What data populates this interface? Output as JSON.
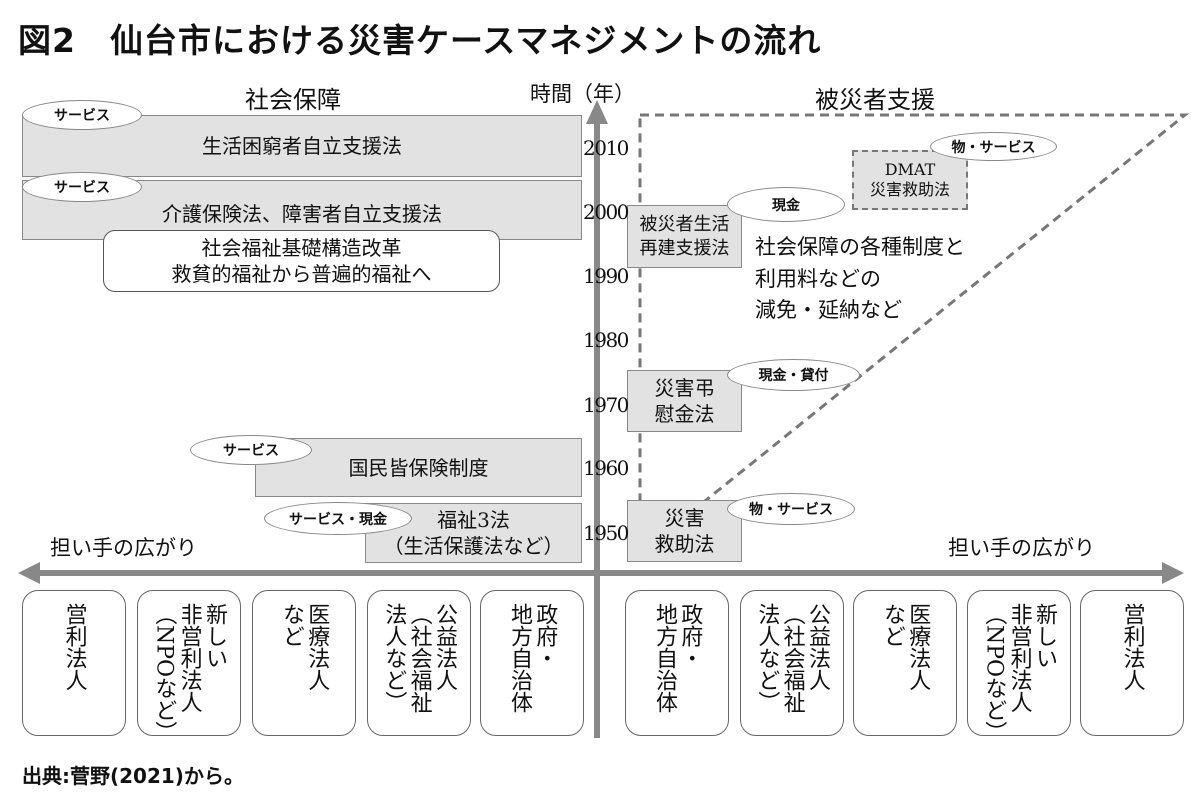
{
  "title": "図2　仙台市における災害ケースマネジメントの流れ",
  "headers": {
    "left": "社会保障",
    "axis": "時間（年）",
    "right": "被災者支援"
  },
  "years": [
    "2010",
    "2000",
    "1990",
    "1980",
    "1970",
    "1960",
    "1950"
  ],
  "social_security": [
    {
      "label": "生活困窮者自立支援法",
      "tag": "サービス"
    },
    {
      "label": "介護保険法、障害者自立支援法",
      "tag": "サービス"
    },
    {
      "label": "国民皆保険制度",
      "tag": "サービス"
    },
    {
      "lines": [
        "福祉3法",
        "（生活保護法など）"
      ],
      "tag": "サービス・現金"
    }
  ],
  "reform": {
    "lines": [
      "社会福祉基礎構造改革",
      "救貧的福祉から普遍的福祉へ"
    ]
  },
  "disaster_support": [
    {
      "lines": [
        "被災者生活",
        "再建支援法"
      ],
      "tag": "現金"
    },
    {
      "lines": [
        "災害弔",
        "慰金法"
      ],
      "tag": "現金・貸付"
    },
    {
      "lines": [
        "災害",
        "救助法"
      ],
      "tag": "物・サービス"
    },
    {
      "lines": [
        "DMAT",
        "災害救助法"
      ],
      "tag": "物・サービス"
    }
  ],
  "note": [
    "社会保障の各種制度と",
    "利用料などの",
    "減免・延納など"
  ],
  "spread_label": "担い手の広がり",
  "actors_left": [
    {
      "lines": [
        "営利法人"
      ]
    },
    {
      "lines": [
        "新しい",
        "非営利法人",
        "（NPOなど）"
      ]
    },
    {
      "lines": [
        "医療法人",
        "など"
      ]
    },
    {
      "lines": [
        "公益法人",
        "（社会福祉",
        "法人など）"
      ]
    },
    {
      "lines": [
        "政府・",
        "地方自治体"
      ]
    }
  ],
  "actors_right": [
    {
      "lines": [
        "政府・",
        "地方自治体"
      ]
    },
    {
      "lines": [
        "公益法人",
        "（社会福祉",
        "法人など）"
      ]
    },
    {
      "lines": [
        "医療法人",
        "など"
      ]
    },
    {
      "lines": [
        "新しい",
        "非営利法人",
        "（NPOなど）"
      ]
    },
    {
      "lines": [
        "営利法人"
      ]
    }
  ],
  "source": "出典:菅野(2021)から。",
  "colors": {
    "box_fill": "#e2e2e2",
    "arrow": "#888888",
    "dash": "#777777"
  }
}
